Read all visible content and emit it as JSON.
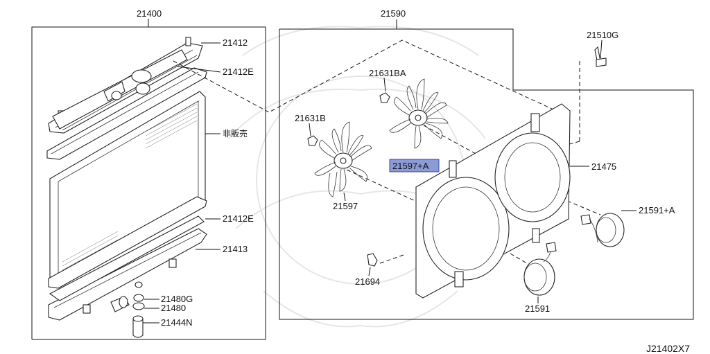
{
  "diagram_id": "J21402X7",
  "labels": {
    "radiator": "21400",
    "fan_shroud_assy": "21590",
    "upper_support": "21412",
    "upper_seal": "21412E",
    "not_for_sale": "非販売",
    "lower_seal": "21412E",
    "lower_support": "21413",
    "drain_gasket": "21480G",
    "drain_plug": "21480",
    "drain_hose": "21444N",
    "bolt": "21510G",
    "shroud": "21475",
    "motor_a": "21591+A",
    "motor": "21591",
    "fan_nut_a": "21631BA",
    "fan_nut": "21631B",
    "fan_a": "21597+A",
    "fan": "21597",
    "clip": "21694"
  }
}
